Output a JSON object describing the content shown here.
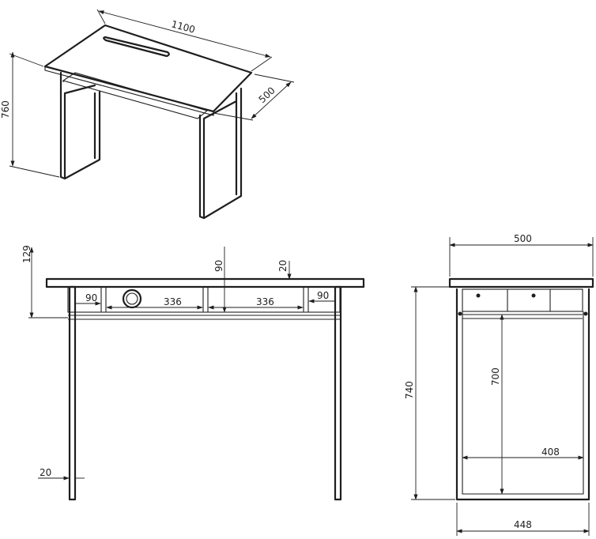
{
  "dimensions": {
    "iso_width": "1100",
    "iso_depth": "500",
    "iso_height": "760",
    "front_top_offset": "129",
    "front_frame_depth": "90",
    "front_top_thickness": "20",
    "front_side_gap_left": "90",
    "front_bay_left": "336",
    "front_bay_right": "336",
    "front_side_gap_right": "90",
    "front_leg_width": "20",
    "side_top_depth": "500",
    "side_height": "740",
    "side_inner_height": "700",
    "side_inner_width": "408",
    "side_base_width": "448"
  }
}
